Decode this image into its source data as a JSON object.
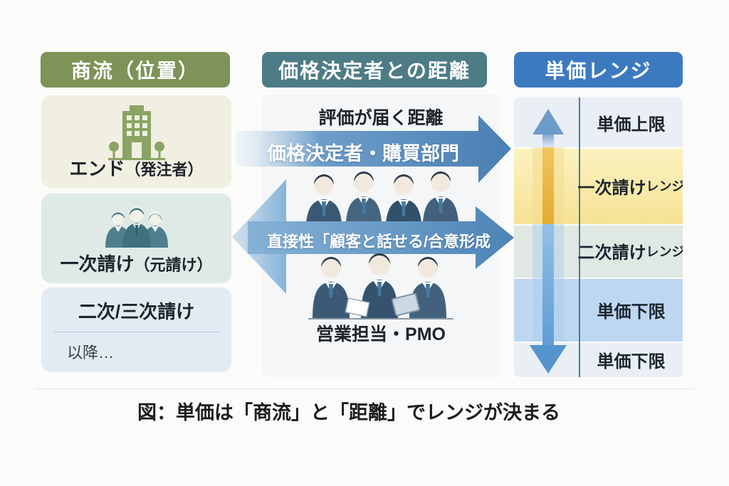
{
  "caption": "図：単価は「商流」と「距離」でレンジが決まる",
  "columns": {
    "shoryu": {
      "header": "商流（位置）",
      "cards": [
        {
          "title": "エンド",
          "subtitle": "（発注者）",
          "icon": "building-icon"
        },
        {
          "title": "一次請け",
          "subtitle": "（元請け）",
          "icon": "people-group-icon"
        },
        {
          "title": "二次/三次請け",
          "note": "以降…"
        }
      ]
    },
    "distance": {
      "header": "価格決定者との距離",
      "upper_caption": "評価が届く距離",
      "arrow_top": "価格決定者・購買部門",
      "arrow_bottom": "直接性「顧客と話せる/合意形成",
      "lower_caption": "営業担当・PMO"
    },
    "range": {
      "header": "単価レンジ",
      "rows": [
        {
          "label": "単価上限",
          "suffix": ""
        },
        {
          "label": "一次請け",
          "suffix": "レンジ"
        },
        {
          "label": "二次請け",
          "suffix": "レンジ"
        },
        {
          "label": "単価下限",
          "suffix": ""
        },
        {
          "label": "単価下限",
          "suffix": ""
        }
      ]
    }
  },
  "colors": {
    "header_shoryu": "#7d9357",
    "header_distance": "#4d7b86",
    "header_range": "#3c7ac0",
    "arrow_blue": "#4a86bd",
    "range_upper_bg": "#eaeef5",
    "range_primary_bg": "#f8e9a6",
    "range_secondary_bg": "#dfe8e3",
    "range_lower_bg": "#bed7f1",
    "range_bottom_bg": "#e9eff5",
    "bar_gold": "#e9b945",
    "bar_blue": "#77abdc"
  },
  "icons": {
    "building": "building-icon",
    "people_group": "people-group-icon",
    "up_arrow": "up-arrow-icon",
    "down_arrow": "down-arrow-icon",
    "right_arrow": "right-arrow-icon"
  }
}
